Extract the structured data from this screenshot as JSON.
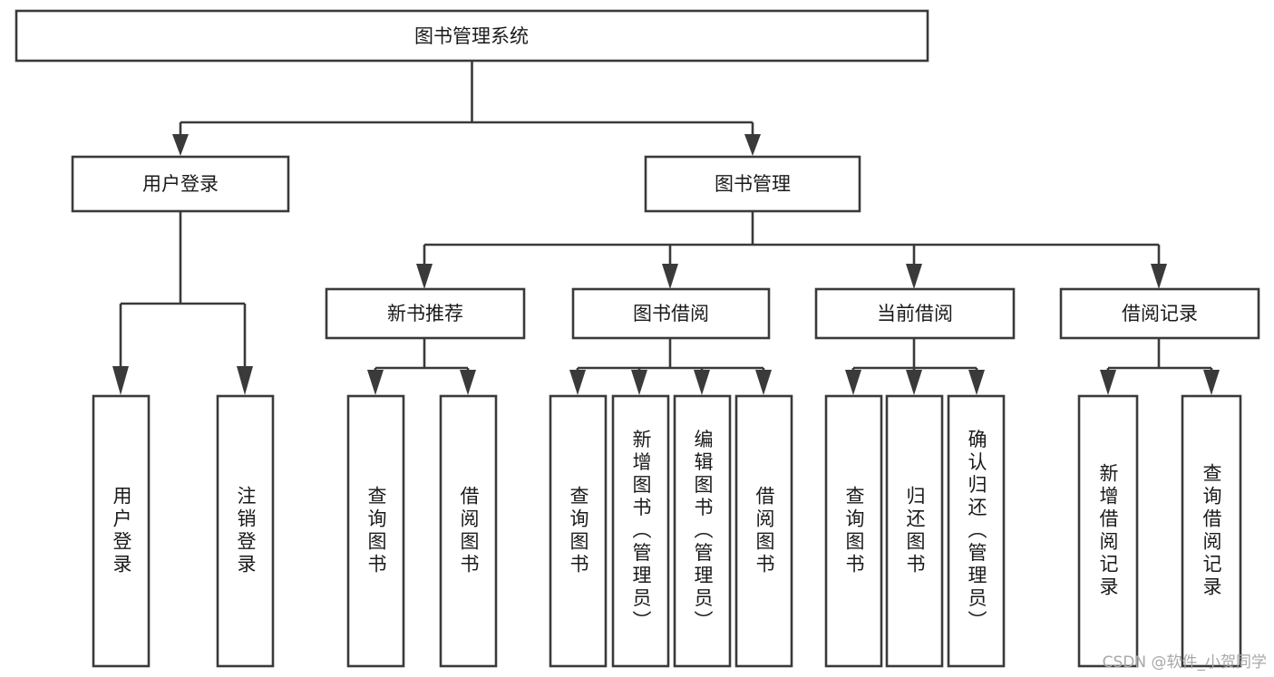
{
  "diagram": {
    "title": "图书管理系统",
    "type": "tree-hierarchy-diagram",
    "watermark": "CSDN @软件_小贺同学",
    "colors": {
      "background": "#ffffff",
      "box_fill": "#ffffff",
      "box_stroke": "#3a3a3a",
      "text": "#1a1a1a",
      "watermark": "#a8a8a8"
    },
    "levels": {
      "root": "图书管理系统",
      "level2": [
        "用户登录",
        "图书管理"
      ],
      "level3": [
        "新书推荐",
        "图书借阅",
        "当前借阅",
        "借阅记录"
      ]
    },
    "nodes": {
      "root": {
        "label": "图书管理系统",
        "orientation": "horizontal"
      },
      "user_login": {
        "label": "用户登录",
        "orientation": "horizontal"
      },
      "book_manage": {
        "label": "图书管理",
        "orientation": "horizontal"
      },
      "new_book_rec": {
        "label": "新书推荐",
        "orientation": "horizontal"
      },
      "book_borrow": {
        "label": "图书借阅",
        "orientation": "horizontal"
      },
      "current_borrow": {
        "label": "当前借阅",
        "orientation": "horizontal"
      },
      "borrow_record": {
        "label": "借阅记录",
        "orientation": "horizontal"
      },
      "leaf_user_login": {
        "label": "用户登录",
        "orientation": "vertical"
      },
      "leaf_logout": {
        "label": "注销登录",
        "orientation": "vertical"
      },
      "leaf_query_book_1": {
        "label": "查询图书",
        "orientation": "vertical"
      },
      "leaf_borrow_book_1": {
        "label": "借阅图书",
        "orientation": "vertical"
      },
      "leaf_query_book_2": {
        "label": "查询图书",
        "orientation": "vertical"
      },
      "leaf_add_book": {
        "label": "新增图书（管理员）",
        "orientation": "vertical"
      },
      "leaf_edit_book": {
        "label": "编辑图书（管理员）",
        "orientation": "vertical"
      },
      "leaf_borrow_book_2": {
        "label": "借阅图书",
        "orientation": "vertical"
      },
      "leaf_query_book_3": {
        "label": "查询图书",
        "orientation": "vertical"
      },
      "leaf_return_book": {
        "label": "归还图书",
        "orientation": "vertical"
      },
      "leaf_confirm_return": {
        "label": "确认归还（管理员）",
        "orientation": "vertical"
      },
      "leaf_add_record": {
        "label": "新增借阅记录",
        "orientation": "vertical"
      },
      "leaf_query_record": {
        "label": "查询借阅记录",
        "orientation": "vertical"
      }
    },
    "edges": [
      {
        "from": "图书管理系统",
        "to": "用户登录"
      },
      {
        "from": "图书管理系统",
        "to": "图书管理"
      },
      {
        "from": "用户登录",
        "to": "用户登录"
      },
      {
        "from": "用户登录",
        "to": "注销登录"
      },
      {
        "from": "图书管理",
        "to": "新书推荐"
      },
      {
        "from": "图书管理",
        "to": "图书借阅"
      },
      {
        "from": "图书管理",
        "to": "当前借阅"
      },
      {
        "from": "图书管理",
        "to": "借阅记录"
      },
      {
        "from": "新书推荐",
        "to": "查询图书"
      },
      {
        "from": "新书推荐",
        "to": "借阅图书"
      },
      {
        "from": "图书借阅",
        "to": "查询图书"
      },
      {
        "from": "图书借阅",
        "to": "新增图书（管理员）"
      },
      {
        "from": "图书借阅",
        "to": "编辑图书（管理员）"
      },
      {
        "from": "图书借阅",
        "to": "借阅图书"
      },
      {
        "from": "当前借阅",
        "to": "查询图书"
      },
      {
        "from": "当前借阅",
        "to": "归还图书"
      },
      {
        "from": "当前借阅",
        "to": "确认归还（管理员）"
      },
      {
        "from": "借阅记录",
        "to": "新增借阅记录"
      },
      {
        "from": "借阅记录",
        "to": "查询借阅记录"
      }
    ]
  }
}
